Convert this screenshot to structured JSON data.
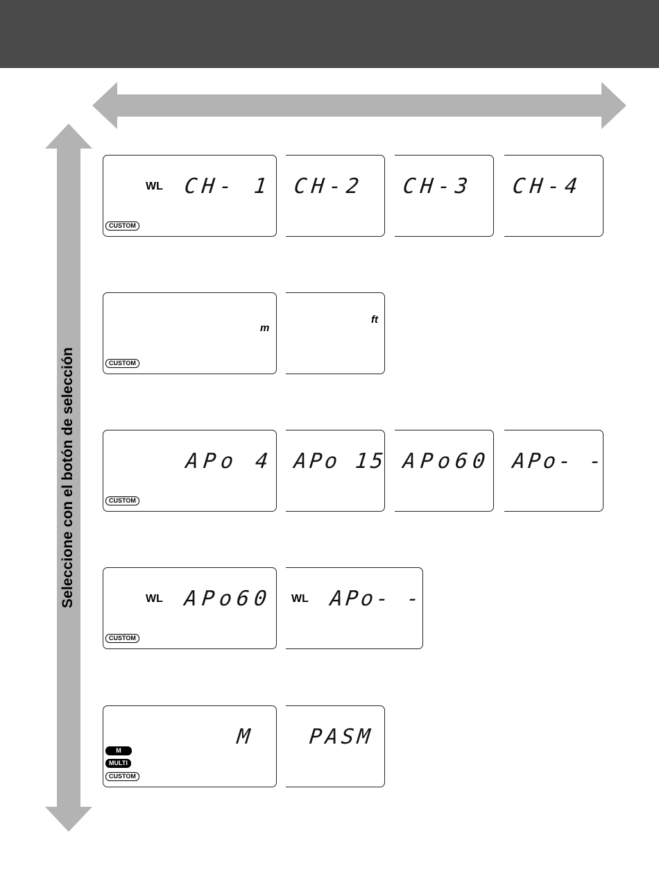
{
  "side_label": "Seleccione con el botón de selección",
  "colors": {
    "header": "#4a4a4a",
    "arrow": "#b3b3b3"
  },
  "rows": [
    {
      "first": {
        "wl": "WL",
        "segment": "CH- 1",
        "badges": [
          "CUSTOM"
        ]
      },
      "next": [
        {
          "segment": "CH-2"
        },
        {
          "segment": "CH-3"
        },
        {
          "segment": "CH-4"
        }
      ]
    },
    {
      "first": {
        "unit": "m",
        "badges": [
          "CUSTOM"
        ]
      },
      "next": [
        {
          "unit": "ft"
        }
      ]
    },
    {
      "first": {
        "segment": "APo 4",
        "badges": [
          "CUSTOM"
        ]
      },
      "next": [
        {
          "segment": "APo 15"
        },
        {
          "segment": "APo60"
        },
        {
          "segment": "APo- -"
        }
      ]
    },
    {
      "first": {
        "wl": "WL",
        "segment": "APo60",
        "badges": [
          "CUSTOM"
        ]
      },
      "next": [
        {
          "wl": "WL",
          "segment": "APo- -"
        }
      ]
    },
    {
      "first": {
        "segment": "M",
        "badges": [
          "M",
          "MULTI",
          "CUSTOM"
        ]
      },
      "next": [
        {
          "segment": "PASM"
        }
      ]
    }
  ]
}
